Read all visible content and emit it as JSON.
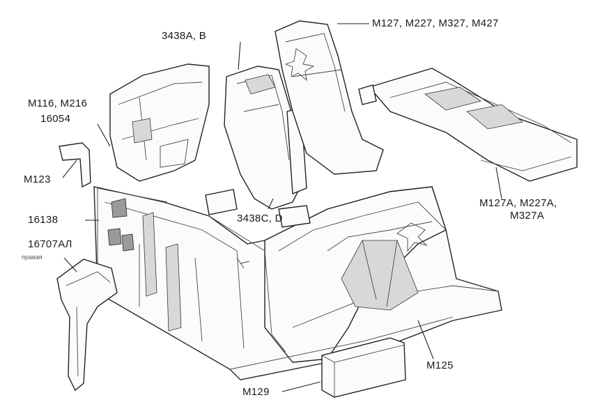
{
  "callouts": [
    {
      "id": "m127-m427",
      "text": "M127, M227, M327, M427"
    },
    {
      "id": "3438ab",
      "text": "3438A, B"
    },
    {
      "id": "m116-m216",
      "text": "M116, M216"
    },
    {
      "id": "16054",
      "text": "16054"
    },
    {
      "id": "m123",
      "text": "M123"
    },
    {
      "id": "16138",
      "text": "16138"
    },
    {
      "id": "16707al",
      "text": "16707AЛ"
    },
    {
      "id": "16707al-note",
      "text": "правая"
    },
    {
      "id": "3438cd",
      "text": "3438C, D"
    },
    {
      "id": "m127a-line1",
      "text": "M127A, M227A,"
    },
    {
      "id": "m127a-line2",
      "text": "M327A"
    },
    {
      "id": "m125",
      "text": "M125"
    },
    {
      "id": "m129",
      "text": "M129"
    }
  ]
}
